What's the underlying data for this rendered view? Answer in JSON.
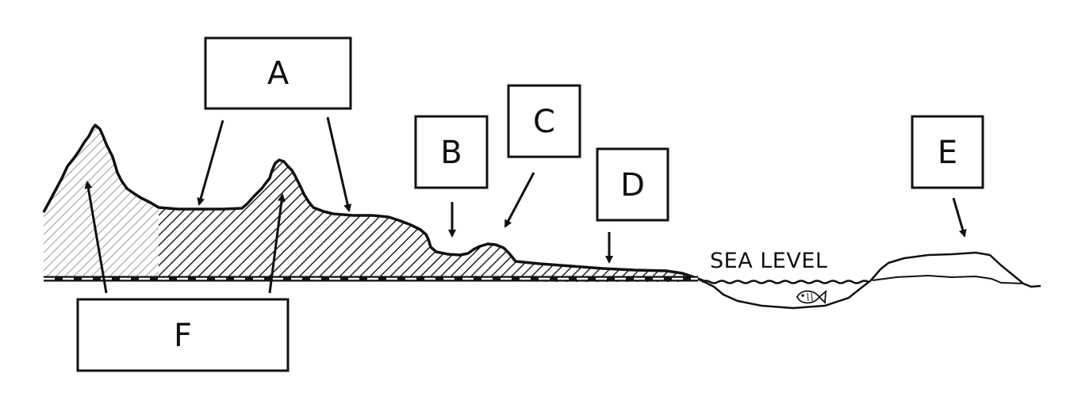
{
  "labels": {
    "A": "A",
    "B": "B",
    "C": "C",
    "D": "D",
    "E": "E",
    "F": "F"
  },
  "sea_level": "SEA LEVEL",
  "colors": {
    "ink": "#111111",
    "background": "#ffffff"
  }
}
